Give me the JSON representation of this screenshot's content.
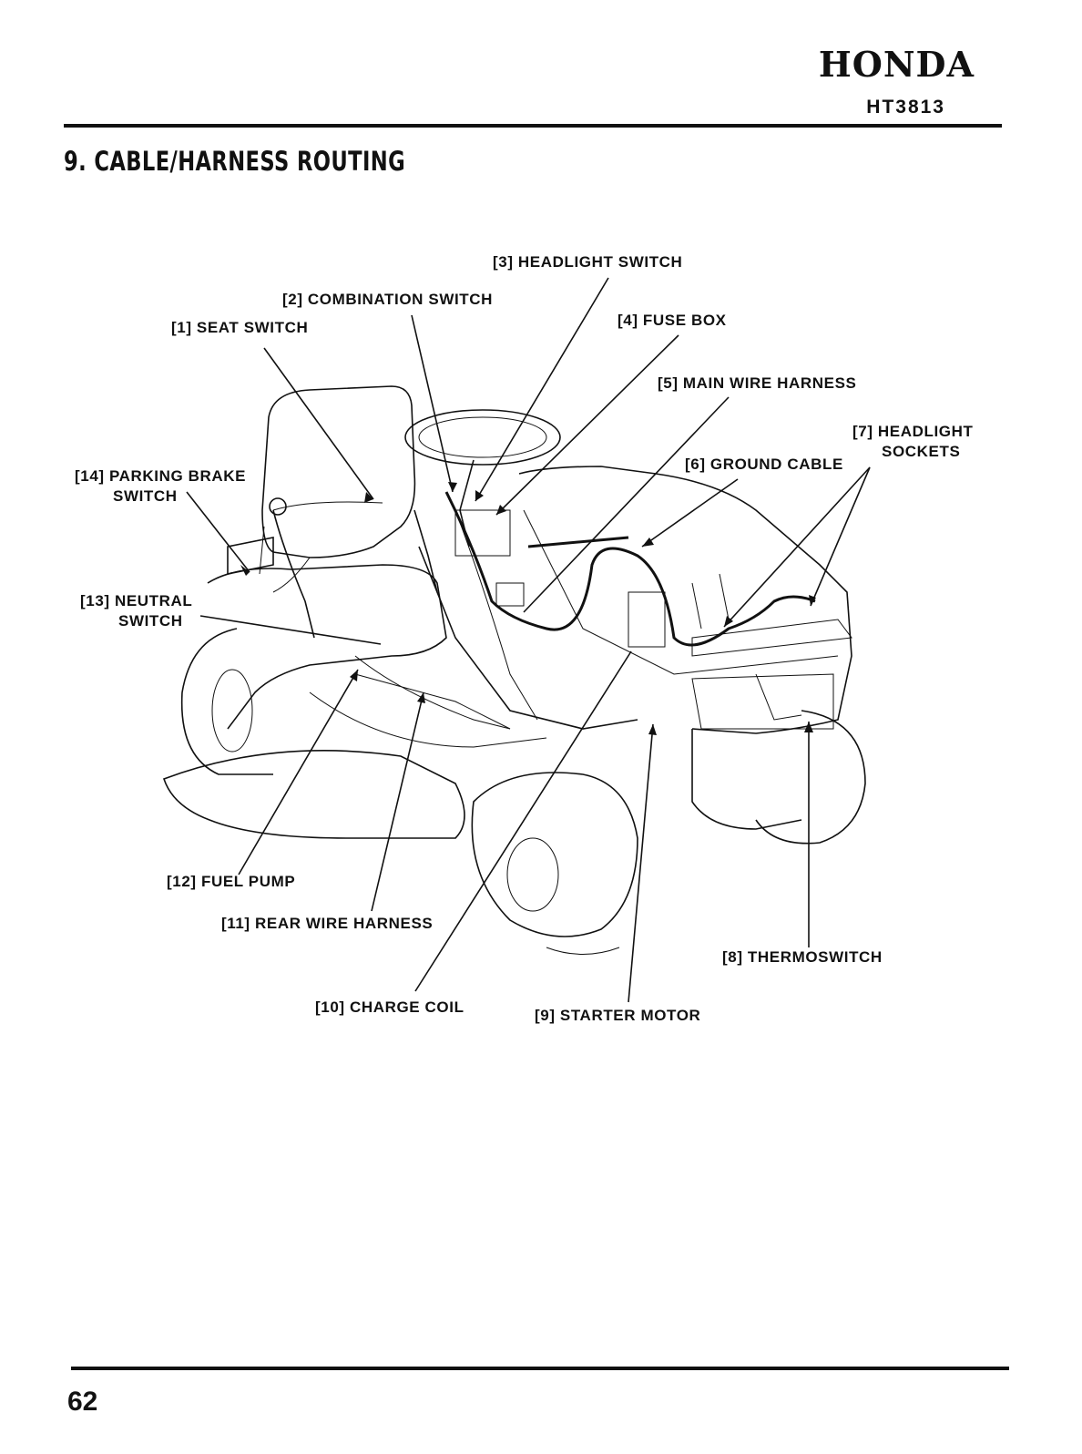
{
  "header": {
    "brand": "HONDA",
    "model": "HT3813"
  },
  "section": {
    "title": "9. CABLE/HARNESS ROUTING"
  },
  "callouts": [
    {
      "id": "c1",
      "text": "[1] SEAT SWITCH"
    },
    {
      "id": "c2",
      "text": "[2] COMBINATION SWITCH"
    },
    {
      "id": "c3",
      "text": "[3] HEADLIGHT SWITCH"
    },
    {
      "id": "c4",
      "text": "[4] FUSE BOX"
    },
    {
      "id": "c5",
      "text": "[5] MAIN WIRE HARNESS"
    },
    {
      "id": "c6",
      "text": "[6] GROUND CABLE"
    },
    {
      "id": "c7",
      "text": "[7] HEADLIGHT",
      "text2": "SOCKETS"
    },
    {
      "id": "c8",
      "text": "[8] THERMOSWITCH"
    },
    {
      "id": "c9",
      "text": "[9] STARTER MOTOR"
    },
    {
      "id": "c10",
      "text": "[10] CHARGE COIL"
    },
    {
      "id": "c11",
      "text": "[11] REAR WIRE HARNESS"
    },
    {
      "id": "c12",
      "text": "[12] FUEL PUMP"
    },
    {
      "id": "c13",
      "text": "[13] NEUTRAL",
      "text2": "SWITCH"
    },
    {
      "id": "c14",
      "text": "[14] PARKING BRAKE",
      "text2": "SWITCH"
    }
  ],
  "footer": {
    "page_number": "62"
  }
}
